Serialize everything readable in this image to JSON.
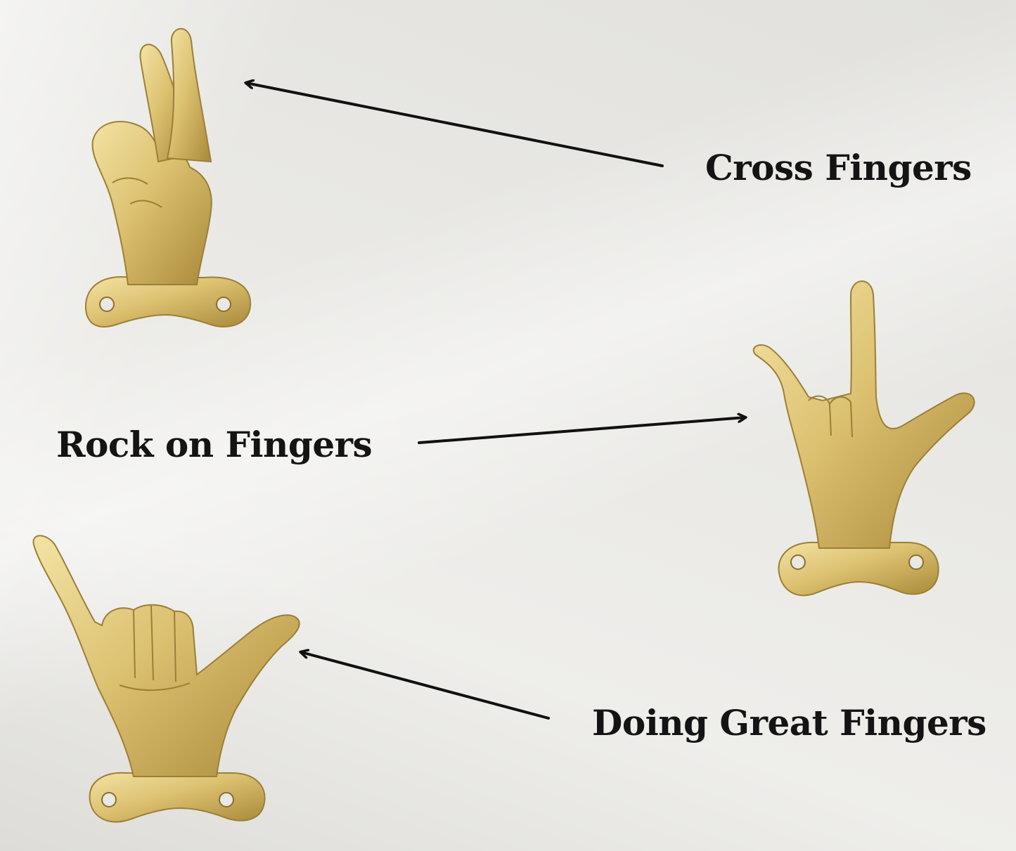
{
  "labels": {
    "cross": "Cross Fingers",
    "rock": "Rock on Fingers",
    "doing": "Doing Great Fingers"
  },
  "colors": {
    "background": "#e9e8e4",
    "gold": "#d9bf6a",
    "gold_light": "#f1df9c",
    "gold_dark": "#a88a3a",
    "text": "#141414"
  },
  "icons": [
    "crossed-fingers-hook-icon",
    "rock-on-hand-hook-icon",
    "shaka-hand-hook-icon"
  ]
}
